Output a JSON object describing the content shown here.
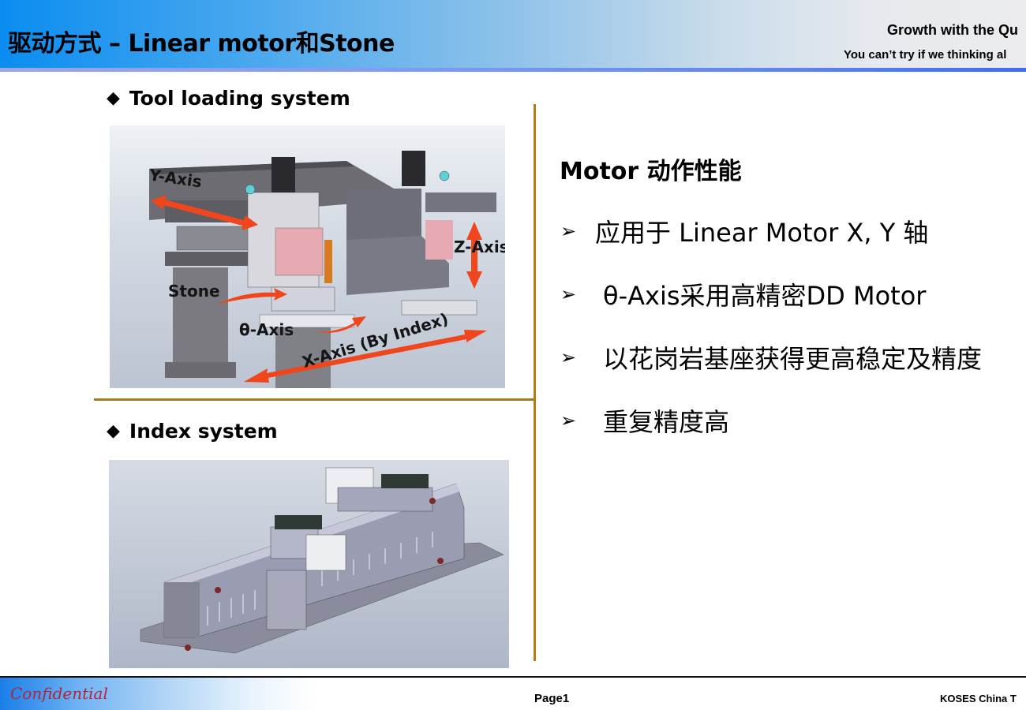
{
  "header": {
    "title": "驱动方式 – Linear motor和Stone",
    "slogan_line1": "Growth with the Qu",
    "slogan_line2": "You can’t try if we thinking al"
  },
  "left": {
    "sections": [
      {
        "heading": "Tool loading system",
        "bullet_icon": "diamond-icon",
        "figure": {
          "description": "Tool loading system CAD render",
          "labels": [
            "Y-Axis",
            "Z-Axis",
            "Stone",
            "θ-Axis",
            "X-Axis (By Index)"
          ]
        }
      },
      {
        "heading": "Index system",
        "bullet_icon": "diamond-icon",
        "figure": {
          "description": "Index system CAD render"
        }
      }
    ]
  },
  "right": {
    "heading": "Motor  动作性能",
    "bullet_icon": "arrowhead-icon",
    "bullets": [
      "应用于 Linear Motor X, Y 轴",
      "θ-Axis采用高精密DD Motor",
      "以花岗岩基座获得更高稳定及精度",
      "重复精度高"
    ]
  },
  "footer": {
    "confidential": "Confidential",
    "page": "Page1",
    "company": "KOSES China T"
  },
  "colors": {
    "divider": "#b07f14",
    "arrow": "#f0461e",
    "confidential": "#b3243a"
  }
}
